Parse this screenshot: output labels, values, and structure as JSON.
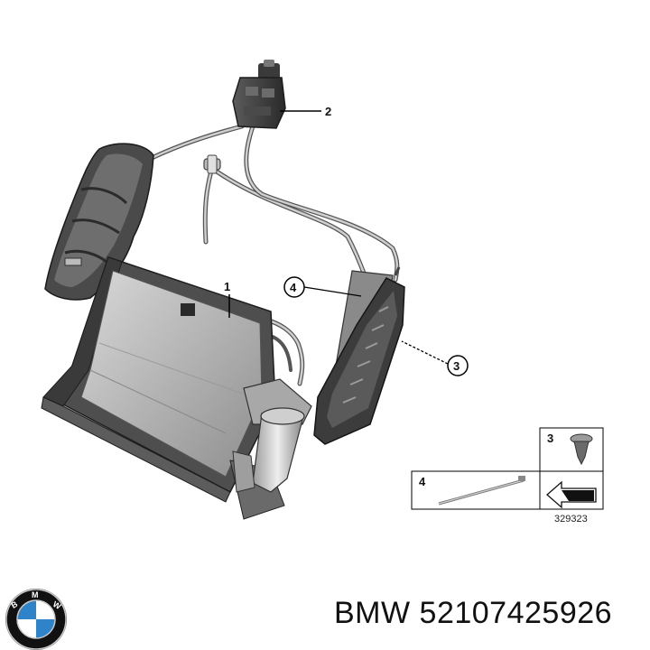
{
  "callouts": [
    {
      "id": "1",
      "label": "1"
    },
    {
      "id": "2",
      "label": "2"
    },
    {
      "id": "3",
      "label": "3"
    },
    {
      "id": "4",
      "label": "4"
    }
  ],
  "legend": {
    "item_3": "3",
    "item_4": "4",
    "reference_number": "329323"
  },
  "logo": {
    "lettering": "BMW",
    "colors": {
      "blue": "#2f83c8",
      "black": "#111111",
      "silver": "#c8c8c8"
    }
  },
  "caption": {
    "brand": "BMW",
    "part_number": "52107425926"
  }
}
